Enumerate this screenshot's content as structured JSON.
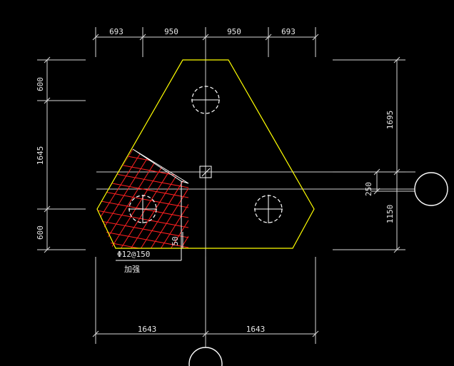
{
  "drawing": {
    "top_dims": [
      "693",
      "950",
      "950",
      "693"
    ],
    "bottom_dims": [
      "1643",
      "1643"
    ],
    "left_dims": [
      "600",
      "1645",
      "600"
    ],
    "right_dims": [
      "1695",
      "250",
      "1150"
    ],
    "hatch_small_dim": "50",
    "rebar_label": "Φ12@150",
    "rebar_note": "加强"
  },
  "colors": {
    "background": "#000000",
    "outline": "#ffff00",
    "hatch": "#ff2020",
    "lines": "#d8d8d8"
  }
}
